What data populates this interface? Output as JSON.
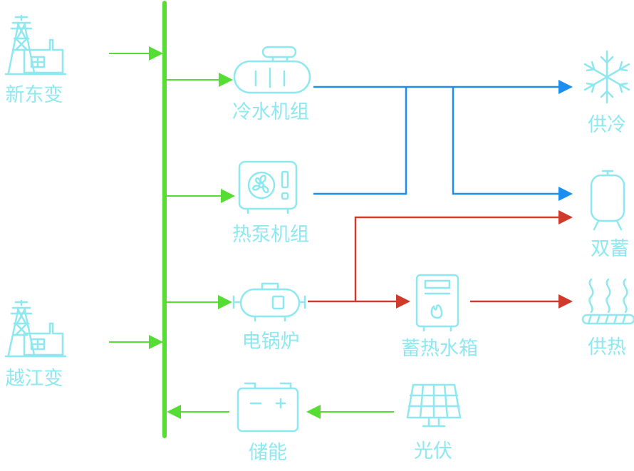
{
  "colors": {
    "icon": "#8ee8f0",
    "bus": "#55dd33",
    "cooling": "#1a8ff0",
    "heating": "#d03a2a"
  },
  "nodes": {
    "xindong": {
      "label": "新东变",
      "icon": "substation-icon"
    },
    "yuejiang": {
      "label": "越江变",
      "icon": "substation-icon"
    },
    "chiller": {
      "label": "冷水机组",
      "icon": "chiller-icon"
    },
    "heatpump": {
      "label": "热泵机组",
      "icon": "heat-pump-icon"
    },
    "boiler": {
      "label": "电锅炉",
      "icon": "electric-boiler-icon"
    },
    "storage_tank": {
      "label": "蓄热水箱",
      "icon": "heat-storage-tank-icon"
    },
    "battery": {
      "label": "储能",
      "icon": "battery-icon"
    },
    "solar": {
      "label": "光伏",
      "icon": "solar-panel-icon"
    },
    "cooling_supply": {
      "label": "供冷",
      "icon": "snowflake-icon"
    },
    "dual_storage": {
      "label": "双蓄",
      "icon": "storage-tank-icon"
    },
    "heating_supply": {
      "label": "供热",
      "icon": "heating-icon"
    }
  }
}
